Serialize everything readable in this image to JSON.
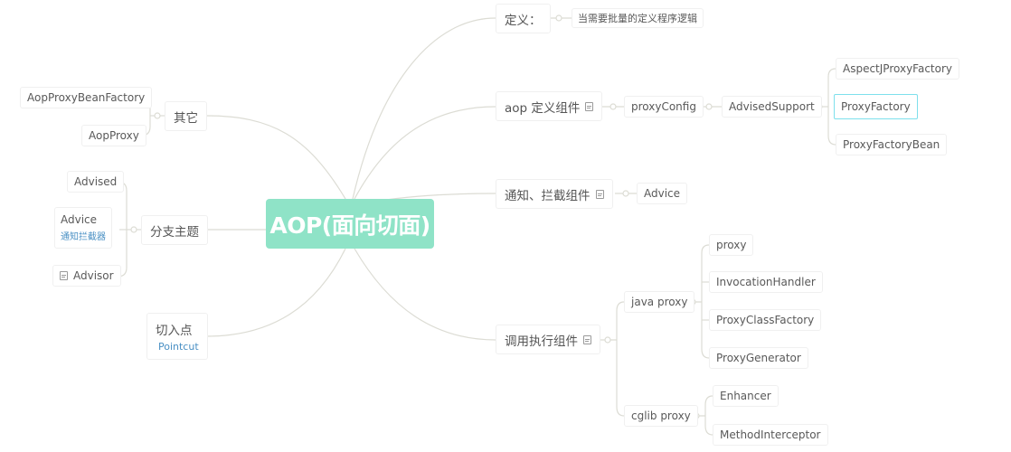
{
  "root": "AOP(面向切面)",
  "right": {
    "definition": {
      "label": "定义：",
      "child": "当需要批量的定义程序逻辑"
    },
    "aop_components": {
      "label": "aop 定义组件",
      "proxy_config": "proxyConfig",
      "advised_support": "AdvisedSupport",
      "factories": [
        "AspectJProxyFactory",
        "ProxyFactory",
        "ProxyFactoryBean"
      ]
    },
    "advice_components": {
      "label": "通知、拦截组件",
      "child": "Advice"
    },
    "invoke_components": {
      "label": "调用执行组件",
      "java_proxy": {
        "label": "java proxy",
        "children": [
          "proxy",
          "InvocationHandler",
          "ProxyClassFactory",
          "ProxyGenerator"
        ]
      },
      "cglib_proxy": {
        "label": "cglib proxy",
        "children": [
          "Enhancer",
          "MethodInterceptor"
        ]
      }
    }
  },
  "left": {
    "others": {
      "label": "其它",
      "children": [
        "AopProxyBeanFactory",
        "AopProxy"
      ]
    },
    "branch_subject": {
      "label": "分支主题",
      "advised": "Advised",
      "advice": {
        "label": "Advice",
        "sub": "通知拦截器"
      },
      "advisor": "Advisor"
    },
    "pointcut": {
      "label": "切入点",
      "sub": "Pointcut"
    }
  },
  "colors": {
    "root_bg": "#8fe3c7",
    "link": "#dcdcd4",
    "sublabel": "#4a90c4",
    "selected_border": "#7ee0ec"
  }
}
